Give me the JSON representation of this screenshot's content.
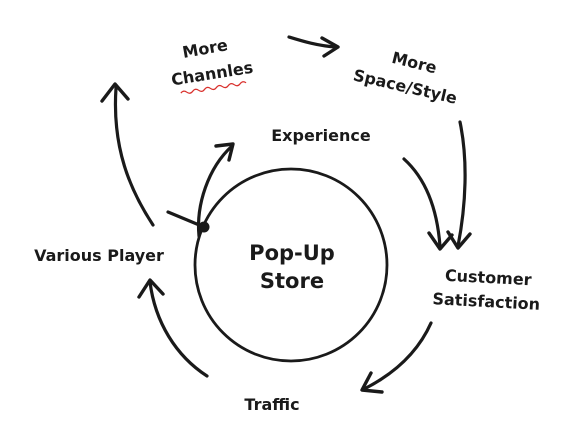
{
  "center": {
    "line1": "Pop-Up",
    "line2": "Store"
  },
  "labels": {
    "more_channels_line1": "More",
    "more_channels_line2": "Channles",
    "more_space_line1": "More",
    "more_space_line2": "Space/Style",
    "experience": "Experience",
    "various_player": "Various Player",
    "customer_line1": "Customer",
    "customer_line2": "Satisfaction",
    "traffic": "Traffic"
  },
  "colors": {
    "ink": "#1a1a1a",
    "spellcheck_underline": "#d9302c"
  }
}
